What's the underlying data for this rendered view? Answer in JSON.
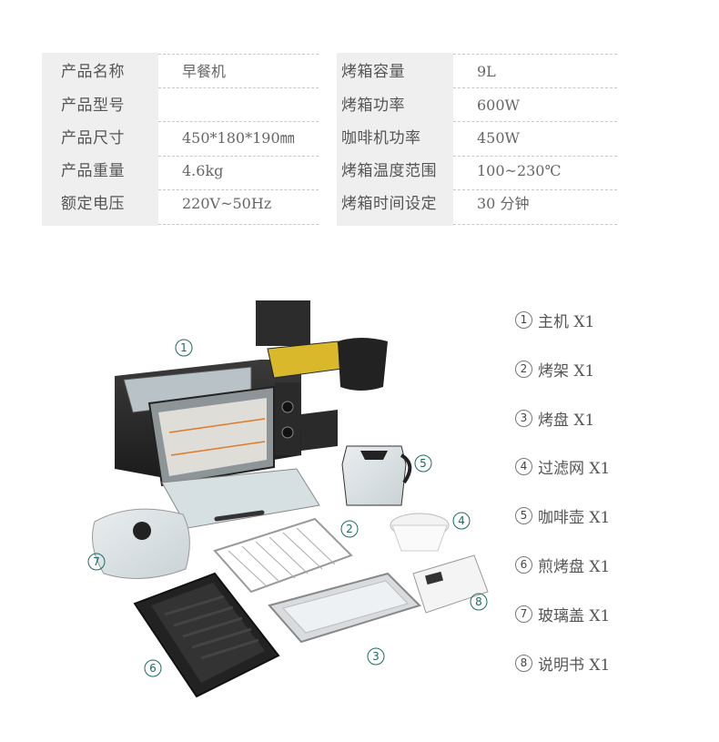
{
  "specs": {
    "left": [
      {
        "label": "产品名称",
        "value": "早餐机"
      },
      {
        "label": "产品型号",
        "value": ""
      },
      {
        "label": "产品尺寸",
        "value": "450*180*190㎜"
      },
      {
        "label": "产品重量",
        "value": "4.6kg"
      },
      {
        "label": "额定电压",
        "value": "220V~50Hz"
      }
    ],
    "right": [
      {
        "label": "烤箱容量",
        "value": "9L"
      },
      {
        "label": "烤箱功率",
        "value": "600W"
      },
      {
        "label": "咖啡机功率",
        "value": "450W"
      },
      {
        "label": "烤箱温度范围",
        "value": "100~230℃"
      },
      {
        "label": "烤箱时间设定",
        "value": "30 分钟"
      }
    ]
  },
  "legend": [
    {
      "num": "1",
      "text": "主机 X1"
    },
    {
      "num": "2",
      "text": "烤架 X1"
    },
    {
      "num": "3",
      "text": "烤盘 X1"
    },
    {
      "num": "4",
      "text": "过滤网 X1"
    },
    {
      "num": "5",
      "text": "咖啡壶 X1"
    },
    {
      "num": "6",
      "text": "煎烤盘 X1"
    },
    {
      "num": "7",
      "text": "玻璃盖 X1"
    },
    {
      "num": "8",
      "text": "说明书 X1"
    }
  ],
  "callouts": [
    "1",
    "2",
    "3",
    "4",
    "5",
    "6",
    "7",
    "8"
  ],
  "colors": {
    "callout": "#1a6b63",
    "label_bg": "#efefef",
    "appliance": "#2b2b2b"
  }
}
